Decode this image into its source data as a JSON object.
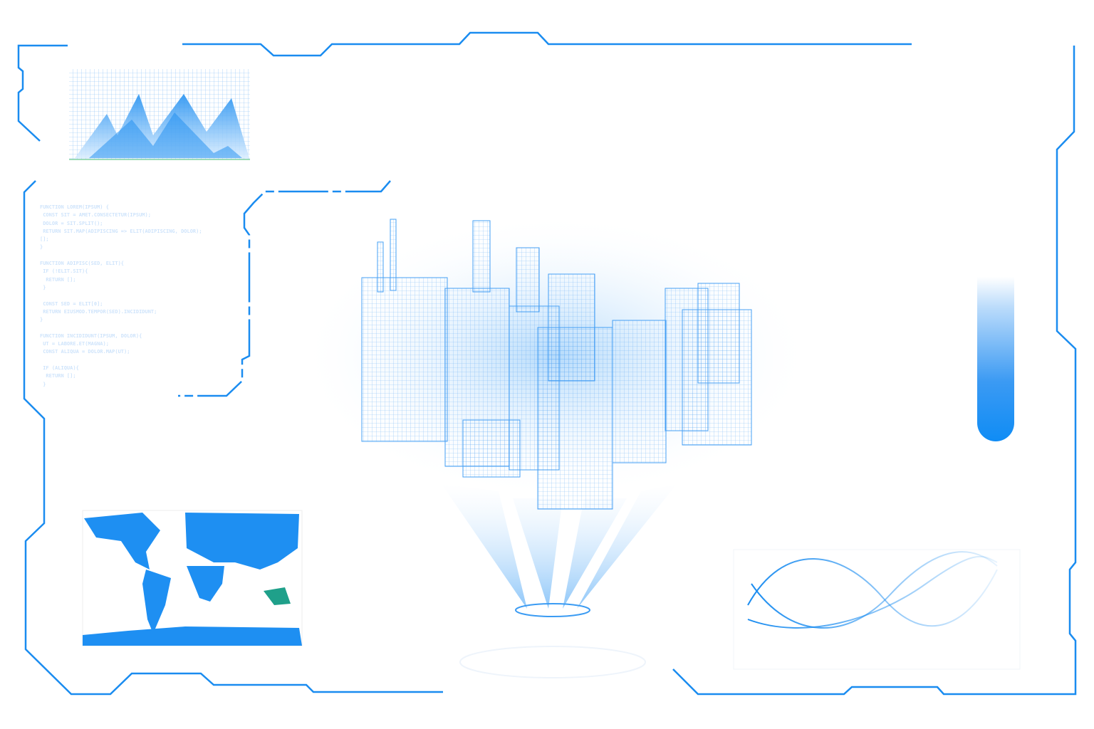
{
  "colors": {
    "frame": "#1a8cf0",
    "accent": "#2f95f3",
    "map": "#1e8ff2",
    "map_highlight": "#1fa08a"
  },
  "code_panel": {
    "lines": [
      "FUNCTION LOREM(IPSUM) {",
      " CONST SIT = AMET.CONSECTETUR(IPSUM);",
      " DOLOR = SIT.SPLIT();",
      " RETURN SIT.MAP(ADIPISCING => ELIT(ADIPISCING, DOLOR);",
      "[];",
      "}",
      "",
      "FUNCTION ADIPISC(SED, ELIT){",
      " IF (!ELIT.SIT){",
      "  RETURN [];",
      " }",
      "",
      " CONST SED = ELIT[0];",
      " RETURN EIUSMOD.TEMPOR(SED).INCIDIDUNT;",
      "}",
      "",
      "FUNCTION INCIDIDUNT(IPSUM, DOLOR){",
      " UT = LABORE.ET(MAGNA);",
      " CONST ALIQUA = DOLOR.MAP(UT);",
      "",
      " IF (ALIQUA){",
      "  RETURN [];",
      " }"
    ]
  },
  "gauge": {
    "level_percent": 45
  }
}
